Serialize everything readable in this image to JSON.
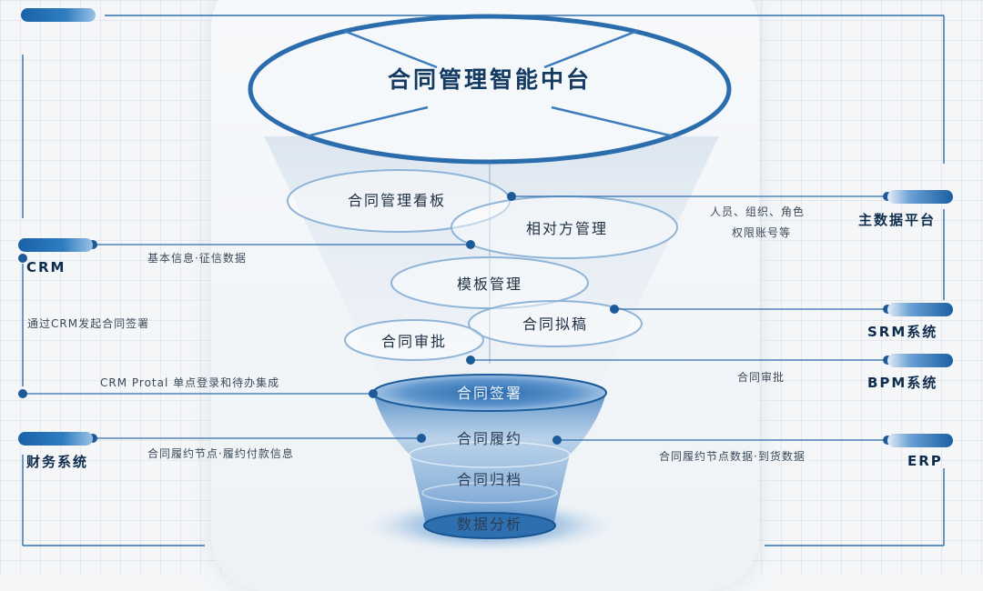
{
  "colors": {
    "accent": "#1a5fa3",
    "line": "#2f6ead",
    "text": "#1e2f42"
  },
  "title": "合同管理智能中台",
  "modules": {
    "dashboard": "合同管理看板",
    "counterparty": "相对方管理",
    "template": "模板管理",
    "drafting": "合同拟稿",
    "approval": "合同审批"
  },
  "funnel": {
    "signing": "合同签署",
    "fulfillment": "合同履约",
    "archive": "合同归档",
    "analytics": "数据分析"
  },
  "systems": {
    "crm": "CRM",
    "finance": "财务系统",
    "master_data": "主数据平台",
    "srm": "SRM系统",
    "bpm": "BPM系统",
    "erp": "ERP"
  },
  "links": {
    "crm_info": "基本信息·征信数据",
    "crm_sign": "通过CRM发起合同签署",
    "crm_portal": "CRM Protal 单点登录和待办集成",
    "finance_info": "合同履约节点·履约付款信息",
    "master_line1": "人员、组织、角色",
    "master_line2": "权限账号等",
    "bpm_info": "合同审批",
    "erp_info": "合同履约节点数据·到货数据"
  }
}
